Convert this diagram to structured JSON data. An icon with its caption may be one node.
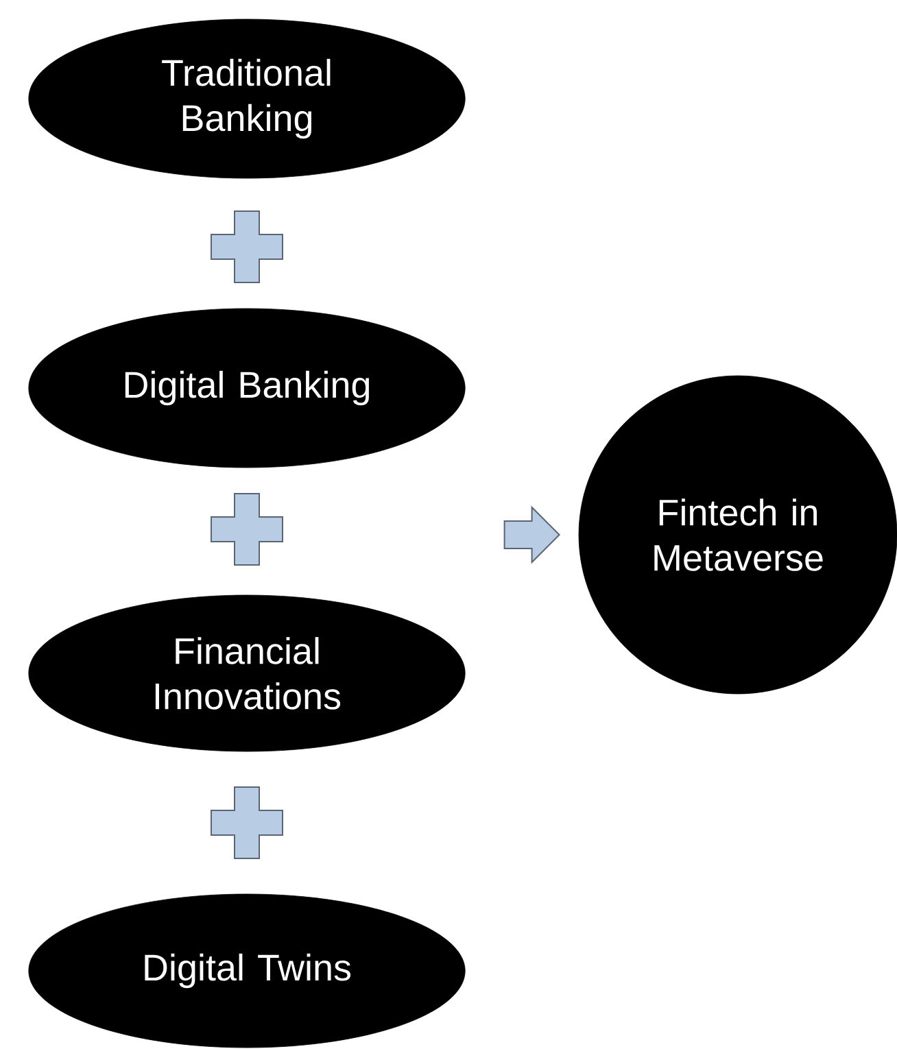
{
  "diagram": {
    "nodes": [
      {
        "text": [
          "Traditional Banking"
        ]
      },
      {
        "text": [
          "Digital Banking"
        ]
      },
      {
        "text": [
          "Financial Innovations"
        ]
      },
      {
        "text": [
          "Digital Twins"
        ]
      },
      {
        "text": [
          "Fintech in Metaverse"
        ]
      }
    ],
    "edges": [
      {
        "from": null,
        "to": 4,
        "arrow": "to"
      }
    ]
  }
}
